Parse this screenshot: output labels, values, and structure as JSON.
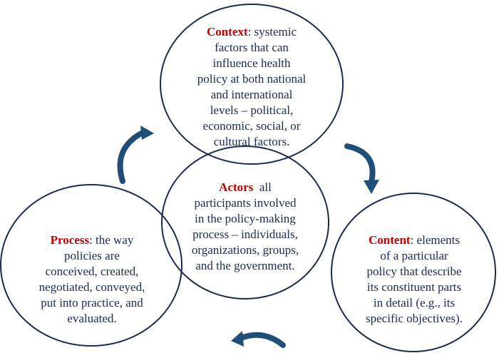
{
  "diagram": {
    "colors": {
      "ellipse_stroke": "#1a2b52",
      "arrow_fill": "#1f4e79",
      "title_color": "#c00000",
      "body_color": "#1a2b52"
    },
    "nodes": {
      "context": {
        "title": "Context",
        "text_l1": ": systemic",
        "l2": "factors that can",
        "l3": "influence health",
        "l4": "policy at both national",
        "l5": "and international",
        "l6": "levels – political,",
        "l7": "economic, social, or",
        "l8": "cultural factors."
      },
      "actors": {
        "title": "Actors",
        "text_l1": "  all",
        "l2": "participants involved",
        "l3": "in the policy-making",
        "l4": "process – individuals,",
        "l5": "organizations, groups,",
        "l6": "and the government."
      },
      "process": {
        "title": "Process",
        "text_l1": ": the way",
        "l2": "policies are",
        "l3": "conceived, created,",
        "l4": "negotiated, conveyed,",
        "l5": "put into practice, and",
        "l6": "evaluated."
      },
      "content": {
        "title": "Content",
        "text_l1": ": elements",
        "l2": "of a particular",
        "l3": "policy that describe",
        "l4": "its constituent parts",
        "l5": "in detail (e.g., its",
        "l6": "specific objectives)."
      }
    }
  }
}
